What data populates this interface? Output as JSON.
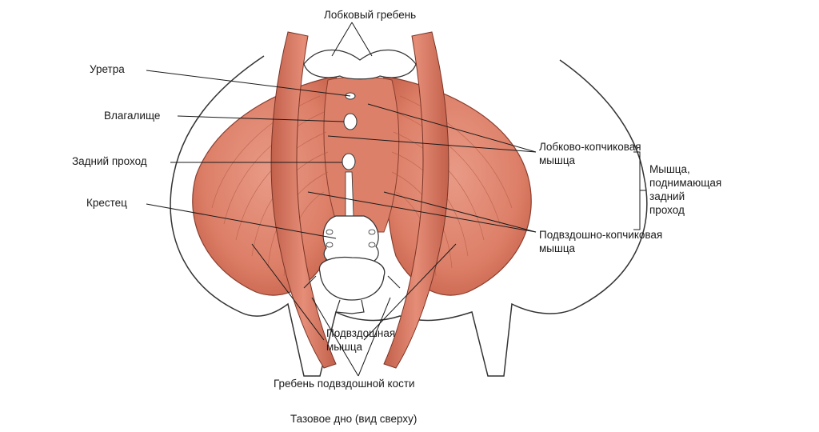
{
  "caption": "Тазовое дно (вид сверху)",
  "labels": {
    "pubic_crest": "Лобковый гребень",
    "urethra": "Уретра",
    "vagina": "Влагалище",
    "anus": "Задний проход",
    "sacrum": "Крестец",
    "pubococcygeus_1": "Лобково-копчиковая",
    "pubococcygeus_2": "мышца",
    "iliococcygeus_1": "Подвздошно-копчиковая",
    "iliococcygeus_2": "мышца",
    "levator_1": "Мышца,",
    "levator_2": "поднимающая",
    "levator_3": "задний",
    "levator_4": "проход",
    "iliacus_1": "Подвздошная",
    "iliacus_2": "мышца",
    "iliac_crest": "Гребень подвздошной кости"
  },
  "colors": {
    "muscle": "#e0866f",
    "muscle_dark": "#b85a45",
    "muscle_fiber": "#c96d58",
    "bone": "#ffffff",
    "outline": "#333333"
  }
}
